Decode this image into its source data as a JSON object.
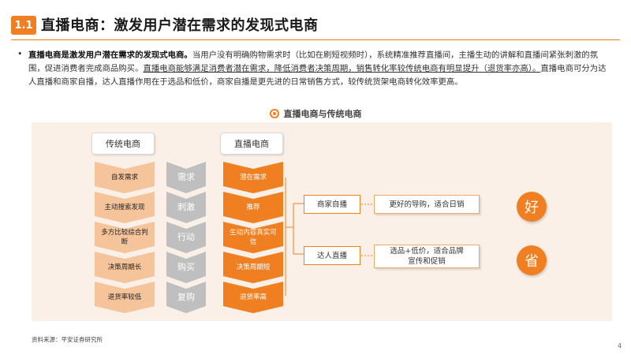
{
  "header": {
    "section_number": "1.1",
    "title": "直播电商：激发用户潜在需求的发现式电商"
  },
  "bullet": {
    "lead": "直播电商是激发用户潜在需求的发现式电商。",
    "text1": "当用户没有明确购物需求时（比如在刷短视频时），系统精准推荐直播间，主播生动的讲解和直播间紧张刺激的氛围，促进消费者完成商品购买。",
    "underlined": "直播电商能够满足消费者潜在需求，降低消费者决策周期，销售转化率较传统电商有明显提升（退货率亦高）。",
    "text2": "直播电商可分为达人直播和商家自播，达人直播作用在于选品和低价，商家自播是更先进的日常销售方式，较传统货架电商转化效率更高。"
  },
  "diagram": {
    "title": "直播电商与传统电商",
    "traditional": {
      "header": "传统电商",
      "steps": [
        "自发需求",
        "主动搜索发现",
        "多方比较综合判断",
        "决策周期长",
        "退货率较低"
      ]
    },
    "stages": [
      "需求",
      "刺激",
      "行动",
      "购买",
      "复购"
    ],
    "live": {
      "header": "直播电商",
      "steps": [
        "潜在需求",
        "推荐",
        "生动内容真实可信",
        "决策周期短",
        "退货率高"
      ]
    },
    "types": {
      "merchant": "商家自播",
      "influencer": "达人直播"
    },
    "descriptions": {
      "merchant": "更好的导购，适合日销",
      "influencer": "选品+低价，适合品牌宣传和促销"
    },
    "badges": {
      "good": "好",
      "save": "省"
    }
  },
  "footer": {
    "source": "资料来源：平安证券研究所",
    "page": "4"
  },
  "colors": {
    "accent": "#f07f22",
    "light_accent": "#f6c49a",
    "grey": "#bfbfbf",
    "panel": "#fbf0e7"
  }
}
